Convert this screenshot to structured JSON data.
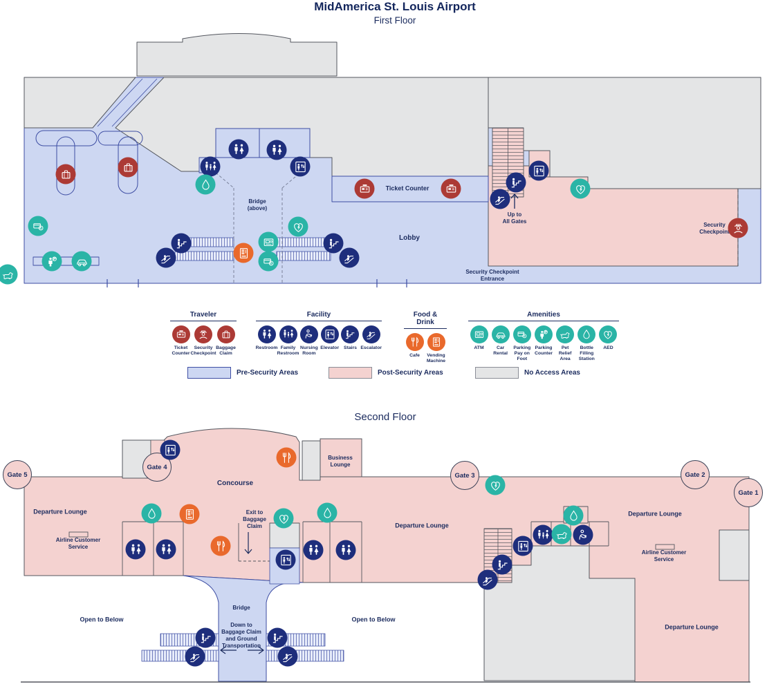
{
  "title": "MidAmerica St. Louis Airport",
  "floor1": {
    "name": "First Floor",
    "labels": {
      "bridge_above": "Bridge\n(above)",
      "ticket_counter": "Ticket Counter",
      "lobby": "Lobby",
      "up_to_all_gates": "Up to\nAll Gates",
      "security_checkpoint": "Security\nCheckpoint",
      "security_checkpoint_entrance": "Security Checkpoint\nEntrance"
    }
  },
  "floor2": {
    "name": "Second Floor",
    "labels": {
      "concourse": "Concourse",
      "business_lounge": "Business\nLounge",
      "departure_lounge": "Departure Lounge",
      "airline_customer_service": "Airline Customer\nService",
      "exit_to_baggage_claim": "Exit to\nBaggage\nClaim",
      "bridge": "Bridge",
      "down_to_baggage": "Down to\nBaggage Claim\nand Ground\nTransportation",
      "open_to_below": "Open to Below"
    },
    "gates": [
      {
        "label": "Gate 5"
      },
      {
        "label": "Gate 4"
      },
      {
        "label": "Gate 3"
      },
      {
        "label": "Gate 2"
      },
      {
        "label": "Gate 1"
      }
    ]
  },
  "legend": {
    "groups": [
      {
        "title": "Traveler",
        "color": "#ac3a35",
        "items": [
          {
            "icon": "ticket-counter-icon",
            "label": "Ticket\nCounter"
          },
          {
            "icon": "security-checkpoint-icon",
            "label": "Security\nCheckpoint"
          },
          {
            "icon": "baggage-claim-icon",
            "label": "Baggage\nClaim"
          }
        ]
      },
      {
        "title": "Facility",
        "color": "#1e2e7c",
        "items": [
          {
            "icon": "restroom-icon",
            "label": "Restroom"
          },
          {
            "icon": "family-restroom-icon",
            "label": "Family\nRestroom"
          },
          {
            "icon": "nursing-room-icon",
            "label": "Nursing\nRoom"
          },
          {
            "icon": "elevator-icon",
            "label": "Elevator"
          },
          {
            "icon": "stairs-icon",
            "label": "Stairs"
          },
          {
            "icon": "escalator-icon",
            "label": "Escalator"
          }
        ]
      },
      {
        "title": "Food & Drink",
        "color": "#e9692c",
        "items": [
          {
            "icon": "cafe-icon",
            "label": "Cafe"
          },
          {
            "icon": "vending-machine-icon",
            "label": "Vending\nMachine"
          }
        ]
      },
      {
        "title": "Amenities",
        "color": "#2ab4a6",
        "items": [
          {
            "icon": "atm-icon",
            "label": "ATM"
          },
          {
            "icon": "car-rental-icon",
            "label": "Car\nRental"
          },
          {
            "icon": "parking-pay-on-foot-icon",
            "label": "Parking\nPay on\nFoot"
          },
          {
            "icon": "parking-counter-icon",
            "label": "Parking\nCounter"
          },
          {
            "icon": "pet-relief-area-icon",
            "label": "Pet\nRelief\nArea"
          },
          {
            "icon": "bottle-filling-station-icon",
            "label": "Bottle\nFilling\nStation"
          },
          {
            "icon": "aed-icon",
            "label": "AED"
          }
        ]
      }
    ],
    "areas": [
      {
        "label": "Pre-Security Areas",
        "color": "#cdd7f2"
      },
      {
        "label": "Post-Security Areas",
        "color": "#f4d2d0"
      },
      {
        "label": "No Access Areas",
        "color": "#e4e5e6"
      }
    ]
  },
  "colors": {
    "traveler_red": "#ac3a35",
    "facility_navy": "#1e2e7c",
    "food_orange": "#e9692c",
    "amenity_teal": "#2ab4a6",
    "pre_security": "#cdd7f2",
    "post_security": "#f4d2d0",
    "no_access": "#e4e5e6",
    "text_navy": "#1b2b5e"
  }
}
